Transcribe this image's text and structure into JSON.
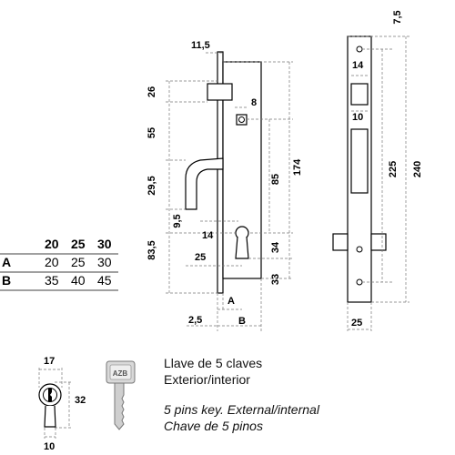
{
  "lock_dims": {
    "d_11_5": "11,5",
    "d_26": "26",
    "d_8": "8",
    "d_55": "55",
    "d_174": "174",
    "d_85": "85",
    "d_29_5": "29,5",
    "d_9_5": "9,5",
    "d_14_bottom": "14",
    "d_25_mid": "25",
    "d_83_5": "83,5",
    "d_34": "34",
    "d_33": "33",
    "d_A": "A",
    "d_2_5": "2,5",
    "d_B": "B"
  },
  "faceplate_dims": {
    "d_7_5": "7,5",
    "d_14": "14",
    "d_10": "10",
    "d_225": "225",
    "d_240": "240",
    "d_25": "25"
  },
  "table": {
    "header": [
      "20",
      "25",
      "30"
    ],
    "rows": [
      {
        "label": "A",
        "values": [
          "20",
          "25",
          "30"
        ]
      },
      {
        "label": "B",
        "values": [
          "35",
          "40",
          "45"
        ]
      }
    ]
  },
  "cylinder_dims": {
    "d_17": "17",
    "d_32": "32",
    "d_10": "10"
  },
  "key_text": {
    "line1": "Llave de 5 claves",
    "line2": "Exterior/interior",
    "line3": "5 pins key. External/internal",
    "line4": "Chave de 5 pinos"
  },
  "key_brand": "AZB"
}
